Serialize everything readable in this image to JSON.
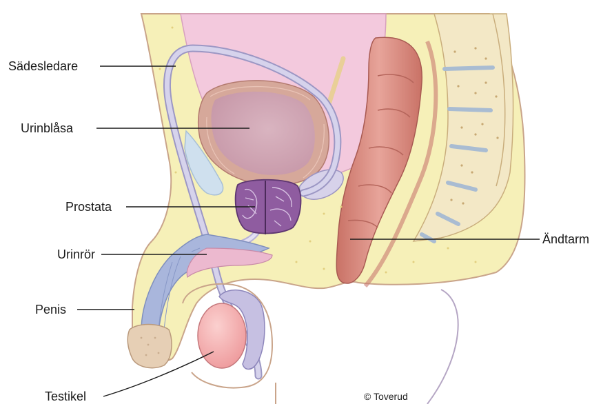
{
  "labels": {
    "vas_deferens": "Sädesledare",
    "bladder": "Urinblåsa",
    "prostate": "Prostata",
    "urethra": "Urinrör",
    "penis": "Penis",
    "testicle": "Testikel",
    "rectum": "Ändtarm"
  },
  "credit": "© Toverud",
  "colors": {
    "skin": "#f6f0b8",
    "skin_outline": "#c9a48a",
    "pink_cavity": "#f2c6dc",
    "bladder_wall": "#d9a79a",
    "bladder_inner": "#d5aeb8",
    "prostate": "#8d5a9e",
    "tube": "#c9c3e0",
    "rectum": "#d58c82",
    "spine": "#f1e7c5",
    "testis": "#f4a5a5",
    "penis_tissue": "#aab8dc"
  }
}
